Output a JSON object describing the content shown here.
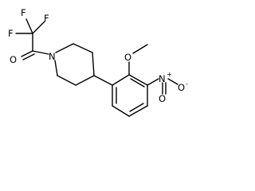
{
  "molecule": {
    "atoms": {
      "f_top_left": "F",
      "f_top_right": "F",
      "f_left": "F",
      "o_carbonyl": "O",
      "n_piperidine": "N",
      "o_methoxy": "O",
      "n_nitro": "N",
      "n_nitro_charge": "+",
      "o_nitro_right": "O",
      "o_nitro_charge": "-",
      "o_nitro_bottom": "O"
    }
  }
}
